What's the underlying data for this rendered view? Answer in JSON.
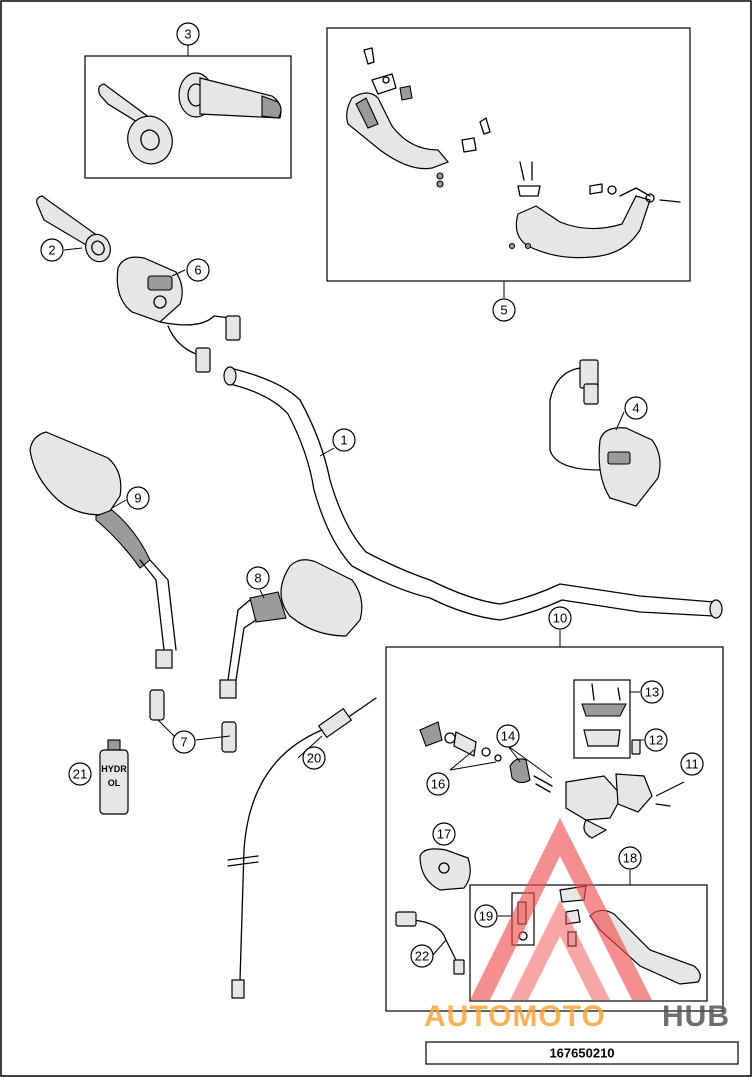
{
  "callouts": {
    "c1": "1",
    "c2": "2",
    "c3": "3",
    "c4": "4",
    "c5": "5",
    "c6": "6",
    "c7": "7",
    "c8": "8",
    "c9": "9",
    "c10": "10",
    "c11": "11",
    "c12": "12",
    "c13": "13",
    "c14": "14",
    "c16": "16",
    "c17": "17",
    "c18": "18",
    "c19": "19",
    "c20": "20",
    "c21": "21",
    "c22": "22"
  },
  "bottle_label": {
    "line1": "HYDR",
    "line2": "OL"
  },
  "watermark": {
    "part1": "AUTOMOTO",
    "part2": "HUB",
    "color_main": "#f04e4e",
    "color_accent": "#f7a53c",
    "color_dark": "#555555"
  },
  "drawing_number": "167650210"
}
